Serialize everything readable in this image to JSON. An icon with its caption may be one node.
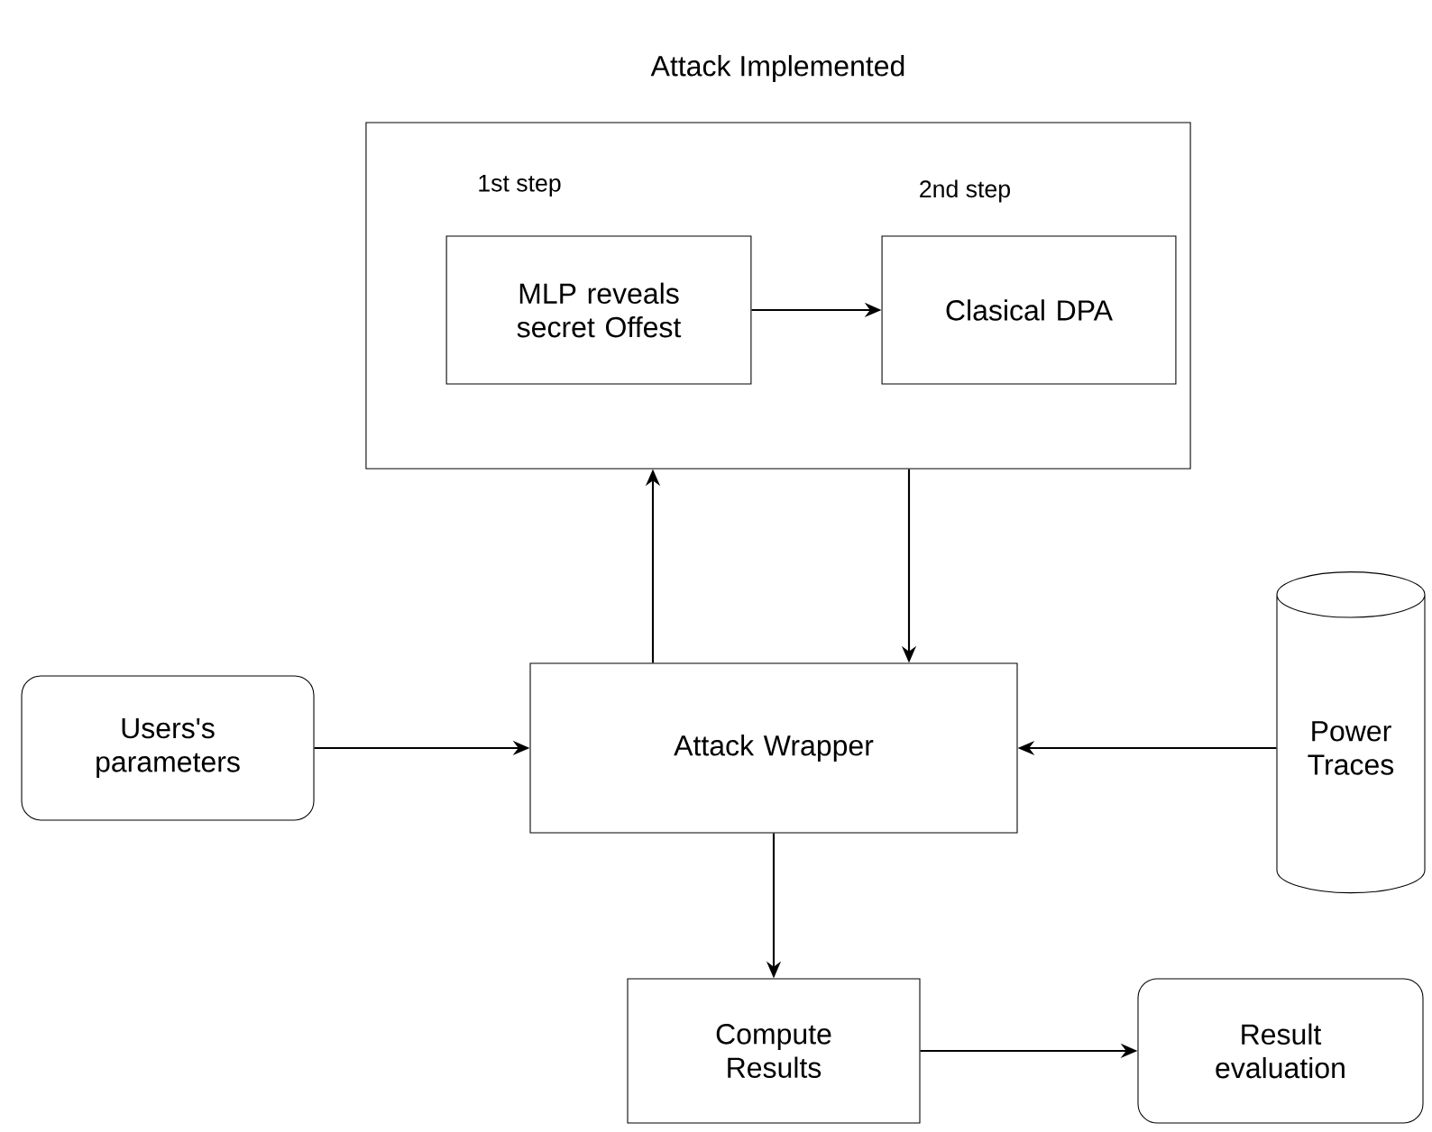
{
  "diagram": {
    "nodes": [
      {
        "text": [
          "Attack Implemented"
        ]
      },
      {
        "text": [
          "MLP reveals secret Offest"
        ],
        "in": 0,
        "beside": [
          "1st step"
        ]
      },
      {
        "text": [
          "Clasical DPA"
        ],
        "in": 0,
        "beside": [
          "2nd step"
        ]
      },
      {
        "text": [
          "Users's parameters"
        ]
      },
      {
        "text": [
          "Attack Wrapper"
        ]
      },
      {
        "text": [
          "Power Traces"
        ]
      },
      {
        "text": [
          "Compute Results"
        ]
      },
      {
        "text": [
          "Result evaluation"
        ]
      }
    ],
    "edges": [
      {
        "from": 1,
        "to": 2,
        "arrow": "to"
      },
      {
        "from": 4,
        "to": 0,
        "arrow": "to"
      },
      {
        "from": 0,
        "to": 4,
        "arrow": "to"
      },
      {
        "from": 3,
        "to": 4,
        "arrow": "to"
      },
      {
        "from": 5,
        "to": 4,
        "arrow": "to"
      },
      {
        "from": 4,
        "to": 6,
        "arrow": "to"
      },
      {
        "from": 6,
        "to": 7,
        "arrow": "to"
      }
    ]
  }
}
